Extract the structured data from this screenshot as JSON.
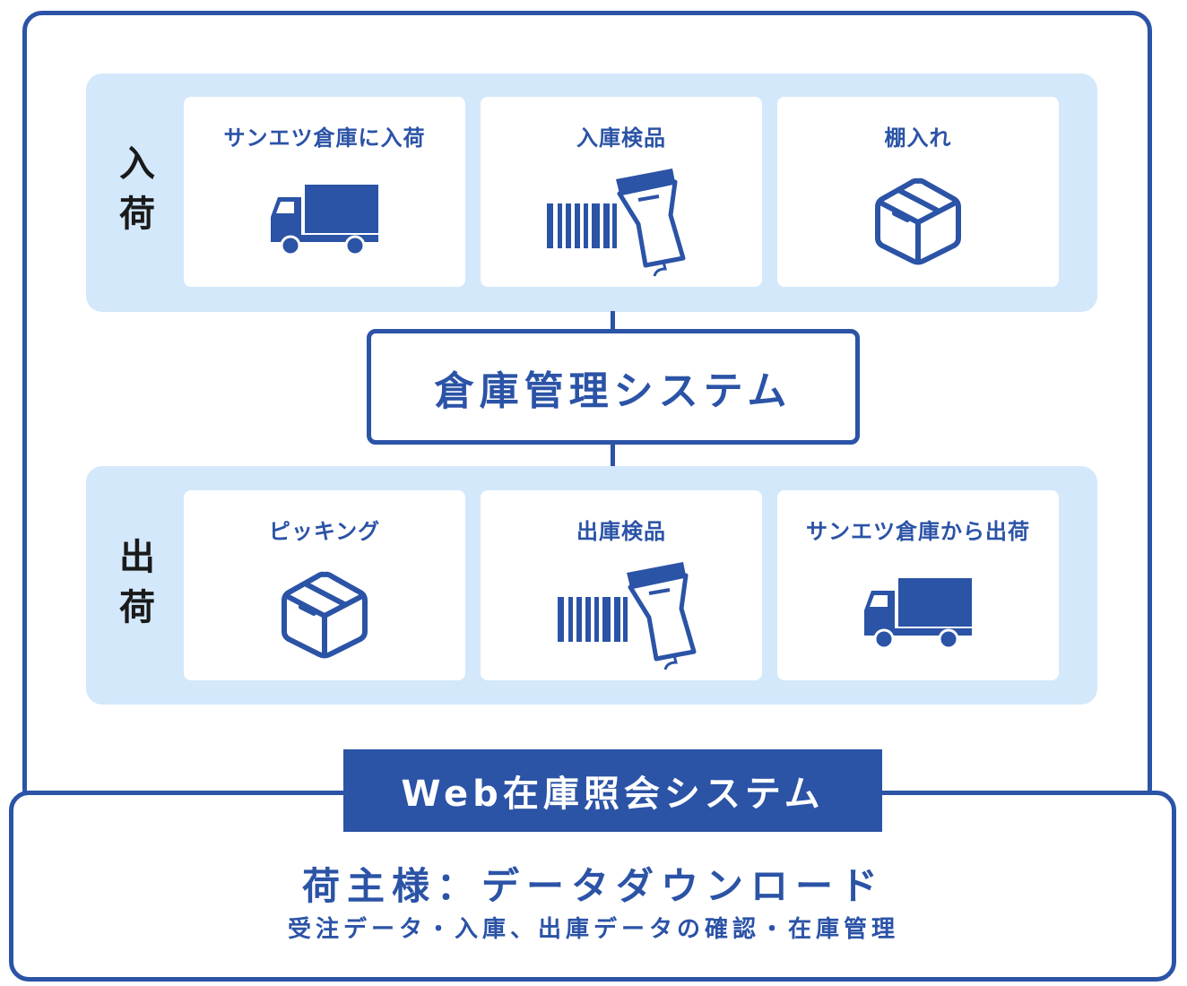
{
  "inbound": {
    "label": "入荷",
    "steps": [
      {
        "title": "サンエツ倉庫に入荷",
        "icon": "truck-icon"
      },
      {
        "title": "入庫検品",
        "icon": "barcode-scanner-icon"
      },
      {
        "title": "棚入れ",
        "icon": "box-icon"
      }
    ]
  },
  "center": {
    "title": "倉庫管理システム"
  },
  "outbound": {
    "label": "出荷",
    "steps": [
      {
        "title": "ピッキング",
        "icon": "box-icon"
      },
      {
        "title": "出庫検品",
        "icon": "barcode-scanner-icon"
      },
      {
        "title": "サンエツ倉庫から出荷",
        "icon": "truck-icon"
      }
    ]
  },
  "web": {
    "title": "Web在庫照会システム",
    "headline": "荷主様：データダウンロード",
    "description": "受注データ・入庫、出庫データの確認・在庫管理"
  },
  "colors": {
    "primary": "#2b53a6",
    "panel": "#d3e8fb"
  }
}
